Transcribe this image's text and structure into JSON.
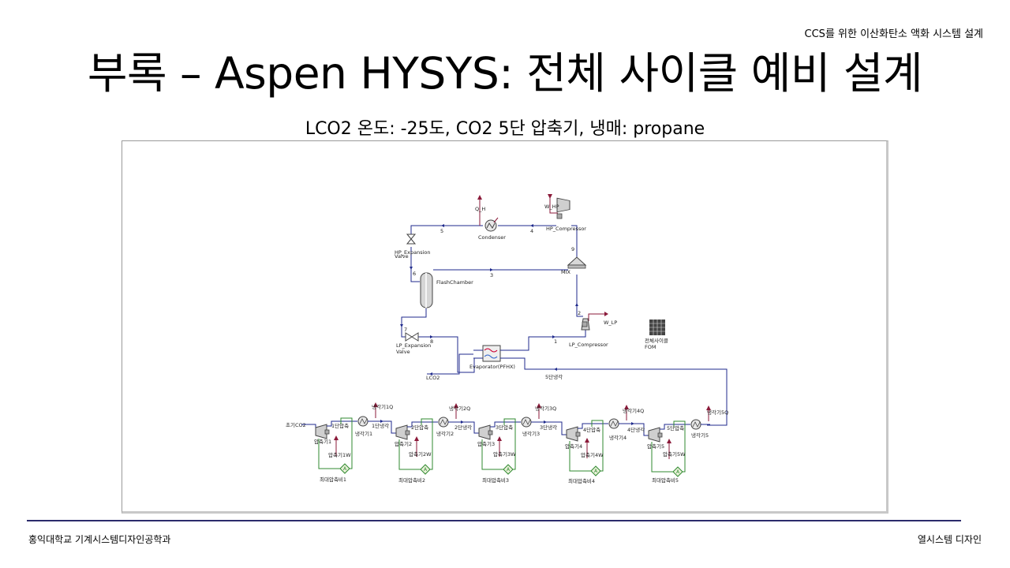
{
  "slide": {
    "header_tag": "CCS를 위한 이산화탄소 액화 시스템 설계",
    "title": "부록 – Aspen HYSYS: 전체 사이클 예비 설계",
    "subtitle": "LCO2 온도: -25도, CO2 5단 압축기, 냉매: propane",
    "footer_left": "홍익대학교 기계시스템디자인공학과",
    "footer_right": "열시스템 디자인"
  },
  "colors": {
    "stream": "#1f2a8c",
    "energy": "#8b1a3a",
    "logic": "#2f8a2f",
    "footer_rule": "#2b2b6b"
  },
  "diagram": {
    "refrigeration": {
      "q_h": "Q_H",
      "w_hp": "W_HP",
      "condenser": "Condenser",
      "hp_compressor": "HP_Compressor",
      "s5": "5",
      "s4": "4",
      "s9": "9",
      "hp_valve_1": "HP_Expansion",
      "hp_valve_2": "Valve",
      "mix": "MIX",
      "s6": "6",
      "s3": "3",
      "flash": "FlashChamber",
      "s2": "2",
      "w_lp": "W_LP",
      "s7": "7",
      "s8": "8",
      "s1": "1",
      "lp_valve_1": "LP_Expansion",
      "lp_valve_2": "Valve",
      "lp_compressor": "LP_Compressor",
      "spreadsheet_1": "전체사이클",
      "spreadsheet_2": "FOM",
      "evaporator": "Evaporator(PFHX)",
      "lco2": "LCO2",
      "cool5": "5단냉각"
    },
    "feed": "초기CO2",
    "stages": [
      {
        "duty_q": "냉각기1Q",
        "comp_out": "1단압축",
        "cool_out": "1단냉각",
        "comp": "압축기1",
        "cooler": "냉각기1",
        "work": "압축기1W",
        "adjust": "최대압축비1"
      },
      {
        "duty_q": "냉각기2Q",
        "comp_out": "2단압축",
        "cool_out": "2단냉각",
        "comp": "압축기2",
        "cooler": "냉각기2",
        "work": "압축기2W",
        "adjust": "최대압축비2"
      },
      {
        "duty_q": "냉각기3Q",
        "comp_out": "3단압축",
        "cool_out": "3단냉각",
        "comp": "압축기3",
        "cooler": "냉각기3",
        "work": "압축기3W",
        "adjust": "최대압축비3"
      },
      {
        "duty_q": "냉각기4Q",
        "comp_out": "4단압축",
        "cool_out": "4단냉각",
        "comp": "압축기4",
        "cooler": "냉각기4",
        "work": "압축기4W",
        "adjust": "최대압축비4"
      },
      {
        "duty_q": "냉각기5Q",
        "comp_out": "5단압축",
        "cool_out": "",
        "comp": "압축기5",
        "cooler": "냉각기5",
        "work": "압축기5W",
        "adjust": "최대압축비5"
      }
    ]
  }
}
